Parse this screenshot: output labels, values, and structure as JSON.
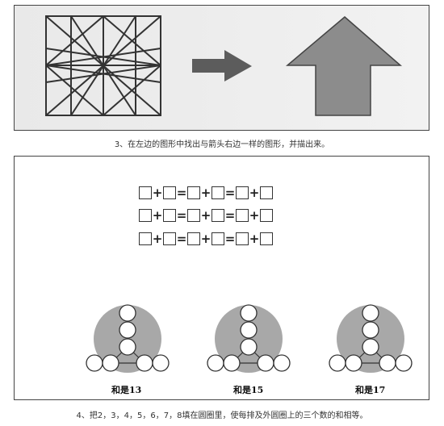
{
  "problem3": {
    "caption": "3、在左边的图形中找出与箭头右边一样的图形，并描出来。"
  },
  "problem4": {
    "caption": "4、把2，3，4，5，6，7，8填在圆圈里，使每排及外圆圈上的三个数的和相等。",
    "equation_rows": [
      [
        "□",
        "+",
        "□",
        "=",
        "□",
        "+",
        "□",
        "=",
        "□",
        "+",
        "□"
      ],
      [
        "□",
        "+",
        "□",
        "=",
        "□",
        "+",
        "□",
        "=",
        "□",
        "+",
        "□"
      ],
      [
        "□",
        "+",
        "□",
        "=",
        "□",
        "+",
        "□",
        "=",
        "□",
        "+",
        "□"
      ]
    ],
    "figures": [
      {
        "label": "和是13"
      },
      {
        "label": "和是15"
      },
      {
        "label": "和是17"
      }
    ]
  },
  "colors": {
    "gray_fill": "#8c8c8c",
    "disc_fill": "#a8a8a8",
    "line": "#333333"
  }
}
